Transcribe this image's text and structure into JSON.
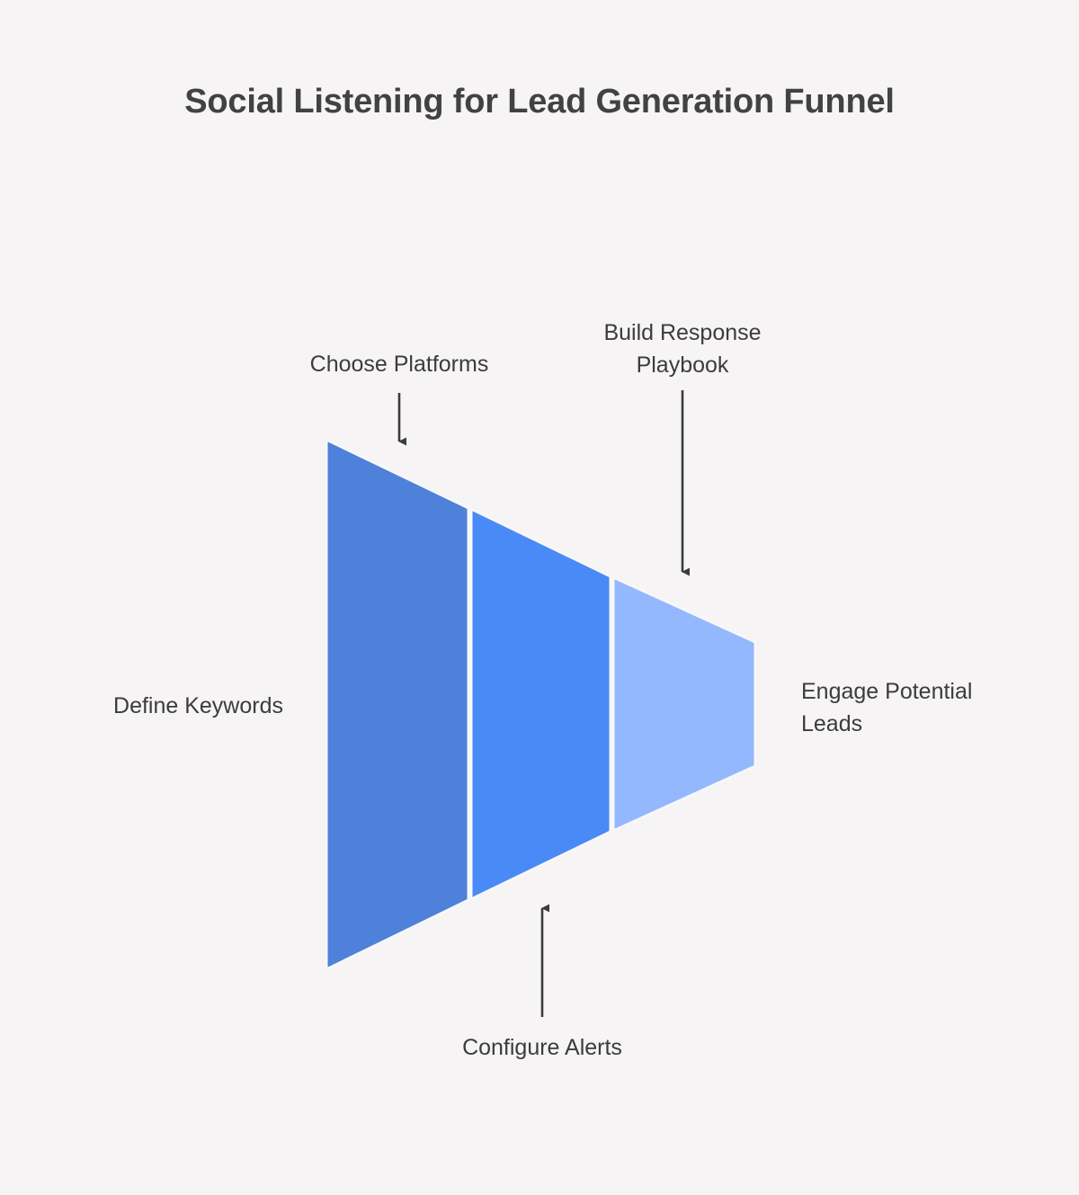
{
  "title": "Social Listening for Lead Generation Funnel",
  "background_color": "#f6f4f5",
  "title_color": "#424242",
  "label_color": "#3c3c3c",
  "arrow_color": "#3c3c3c",
  "chart_data": {
    "type": "funnel",
    "title": "Social Listening for Lead Generation Funnel",
    "orientation": "horizontal",
    "stages": [
      {
        "label": "Define Keywords",
        "color": "#4e81da",
        "label_position": "left",
        "width_fraction": 1.0
      },
      {
        "label": "Choose Platforms",
        "color": "#4e81da",
        "label_position": "top",
        "width_fraction": 0.82
      },
      {
        "label": "Configure Alerts",
        "color": "#4a8af6",
        "label_position": "bottom",
        "width_fraction": 0.55
      },
      {
        "label": "Build Response Playbook",
        "color": "#93b8fd",
        "label_position": "top",
        "width_fraction": 0.31
      },
      {
        "label": "Engage Potential Leads",
        "color": "#93b8fd",
        "label_position": "right",
        "width_fraction": 0.23
      }
    ],
    "labels": [
      "Define Keywords",
      "Choose Platforms",
      "Configure Alerts",
      "Build Response Playbook",
      "Engage Potential Leads"
    ],
    "colors": [
      "#4e81da",
      "#4a8af6",
      "#93b8fd"
    ],
    "grid": false,
    "legend": "none"
  },
  "labels": {
    "define_keywords": "Define Keywords",
    "choose_platforms": "Choose Platforms",
    "configure_alerts": "Configure Alerts",
    "build_response_playbook": "Build Response\nPlaybook",
    "engage_potential_leads": "Engage Potential\nLeads"
  }
}
